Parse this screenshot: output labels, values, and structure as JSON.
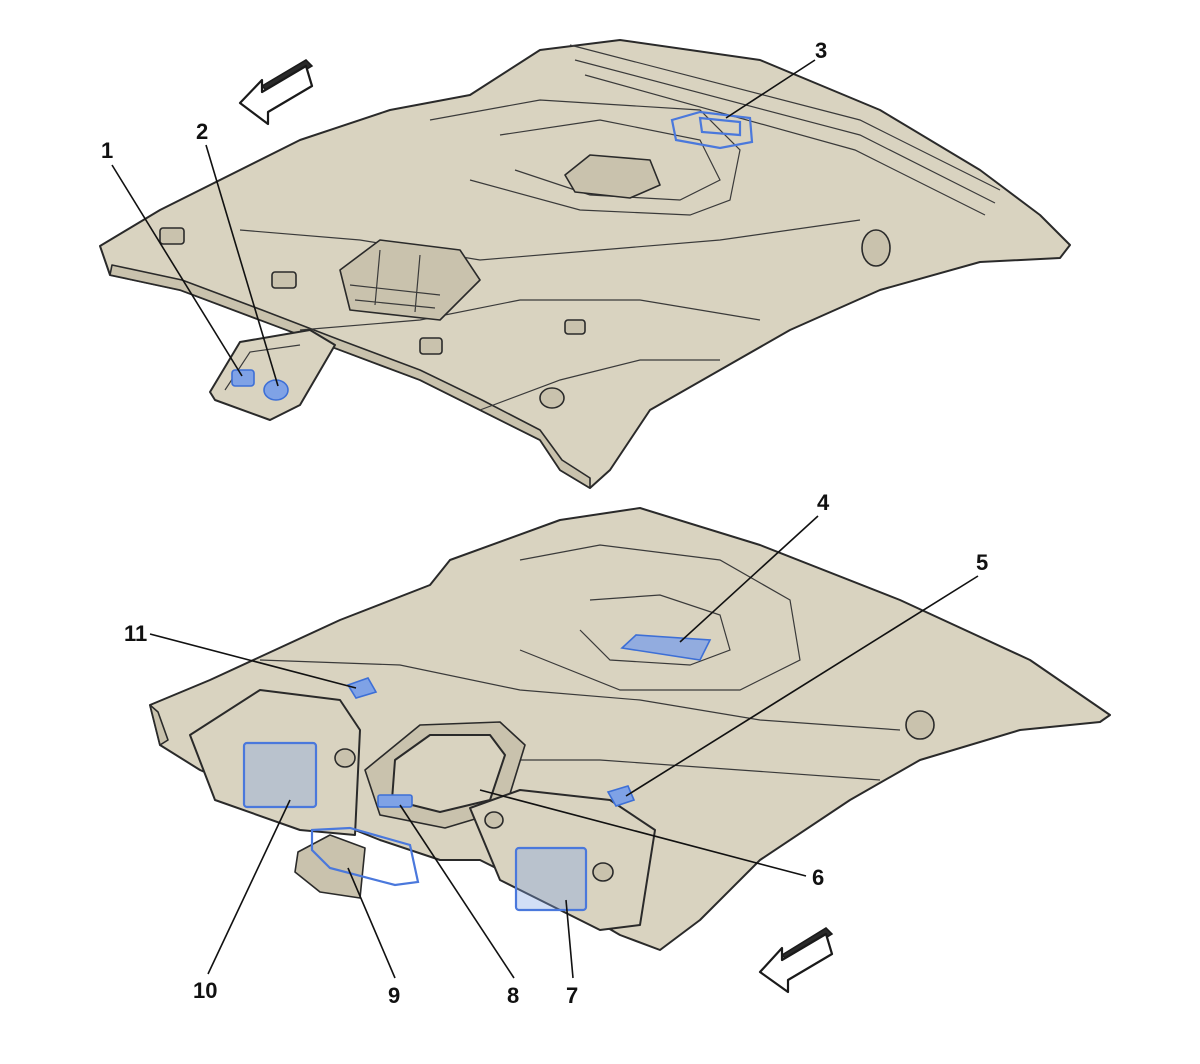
{
  "callouts": {
    "c1": "1",
    "c2": "2",
    "c3": "3",
    "c4": "4",
    "c5": "5",
    "c6": "6",
    "c7": "7",
    "c8": "8",
    "c9": "9",
    "c10": "10",
    "c11": "11"
  },
  "colors": {
    "panel": "#d9d3c0",
    "highlight": "#7fa2e6",
    "outline": "#2a2a2a"
  }
}
